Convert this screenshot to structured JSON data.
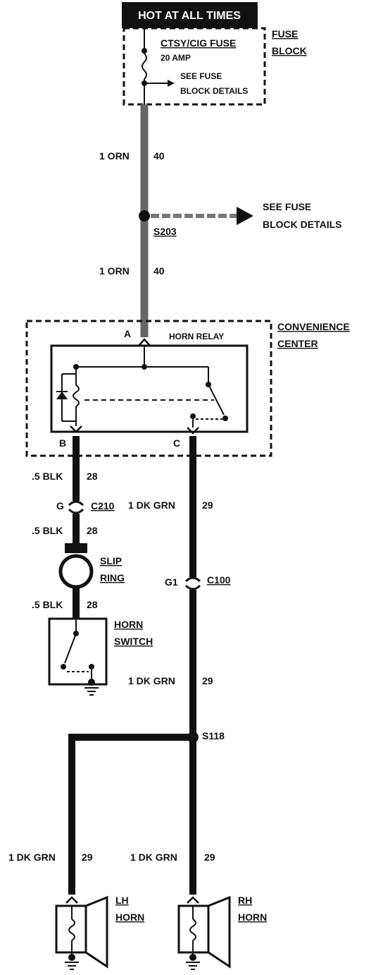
{
  "header": {
    "title": "HOT AT ALL TIMES"
  },
  "fuse_block": {
    "label_1": "FUSE",
    "label_2": "BLOCK",
    "fuse_name": "CTSY/CIG FUSE",
    "fuse_rating": "20 AMP",
    "details_1": "SEE FUSE",
    "details_2": "BLOCK DETAILS"
  },
  "wires": {
    "w1_gauge_color": "1 ORN",
    "w1_circuit": "40",
    "w2_gauge_color": "1 ORN",
    "w2_circuit": "40",
    "w3_gauge_color": ".5 BLK",
    "w3_circuit": "28",
    "w4_gauge_color": ".5 BLK",
    "w4_circuit": "28",
    "w5_gauge_color": ".5 BLK",
    "w5_circuit": "28",
    "w6_gauge_color": "1 DK GRN",
    "w6_circuit": "29",
    "w7_gauge_color": "1 DK GRN",
    "w7_circuit": "29",
    "w8_gauge_color": "1 DK GRN",
    "w8_circuit": "29",
    "w9_gauge_color": "1 DK GRN",
    "w9_circuit": "29"
  },
  "splices": {
    "s203": "S203",
    "s203_note_1": "SEE FUSE",
    "s203_note_2": "BLOCK DETAILS",
    "s118": "S118"
  },
  "convenience_center": {
    "label_1": "CONVENIENCE",
    "label_2": "CENTER",
    "relay_name": "HORN RELAY",
    "pin_a": "A",
    "pin_b": "B",
    "pin_c": "C"
  },
  "connectors": {
    "c210_pin": "G",
    "c210": "C210",
    "c100_pin": "G1",
    "c100": "C100"
  },
  "components": {
    "slip_ring_1": "SLIP",
    "slip_ring_2": "RING",
    "horn_switch_1": "HORN",
    "horn_switch_2": "SWITCH",
    "lh_horn_1": "LH",
    "lh_horn_2": "HORN",
    "rh_horn_1": "RH",
    "rh_horn_2": "HORN"
  },
  "colors": {
    "ink": "#111111",
    "paper": "#ffffff",
    "wire_gray": "#666666"
  }
}
